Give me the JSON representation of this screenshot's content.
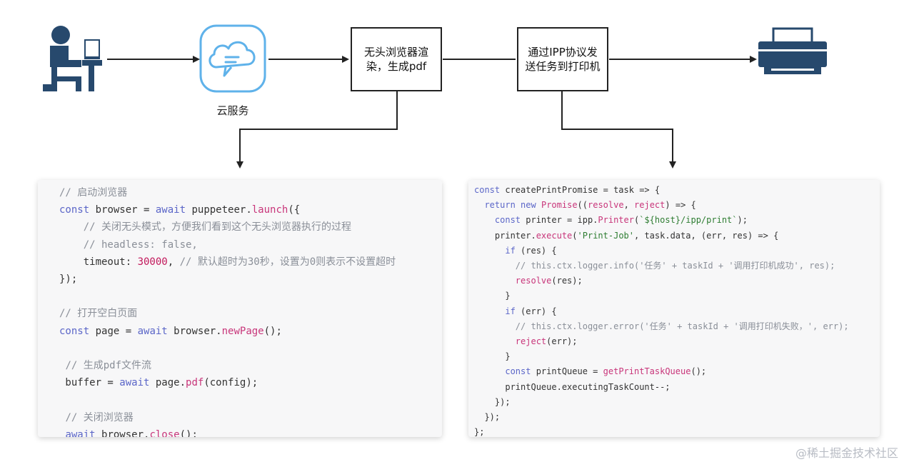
{
  "nodes": {
    "cloud_label": "云服务",
    "render_box": "无头浏览器渲染，生成pdf",
    "ipp_box": "通过IPP协议发送任务到打印机"
  },
  "left_code": [
    "// 启动浏览器",
    "const browser = await puppeteer.launch({",
    "    // 关闭无头模式，方便我们看到这个无头浏览器执行的过程",
    "    // headless: false,",
    "    timeout: 30000, // 默认超时为30秒，设置为0则表示不设置超时",
    "});",
    "",
    "// 打开空白页面",
    "const page = await browser.newPage();",
    "",
    " // 生成pdf文件流",
    " buffer = await page.pdf(config);",
    "",
    " // 关闭浏览器",
    " await browser.close();"
  ],
  "right_code": [
    "const createPrintPromise = task => {",
    "  return new Promise((resolve, reject) => {",
    "    const printer = ipp.Printer(`${host}/ipp/print`);",
    "    printer.execute('Print-Job', task.data, (err, res) => {",
    "      if (res) {",
    "        // this.ctx.logger.info('任务' + taskId + '调用打印机成功', res);",
    "        resolve(res);",
    "      }",
    "      if (err) {",
    "        // this.ctx.logger.error('任务' + taskId + '调用打印机失败，', err);",
    "        reject(err);",
    "      }",
    "      const printQueue = getPrintTaskQueue();",
    "      printQueue.executingTaskCount--;",
    "    });",
    "  });",
    "};"
  ],
  "watermark": "@稀土掘金技术社区"
}
